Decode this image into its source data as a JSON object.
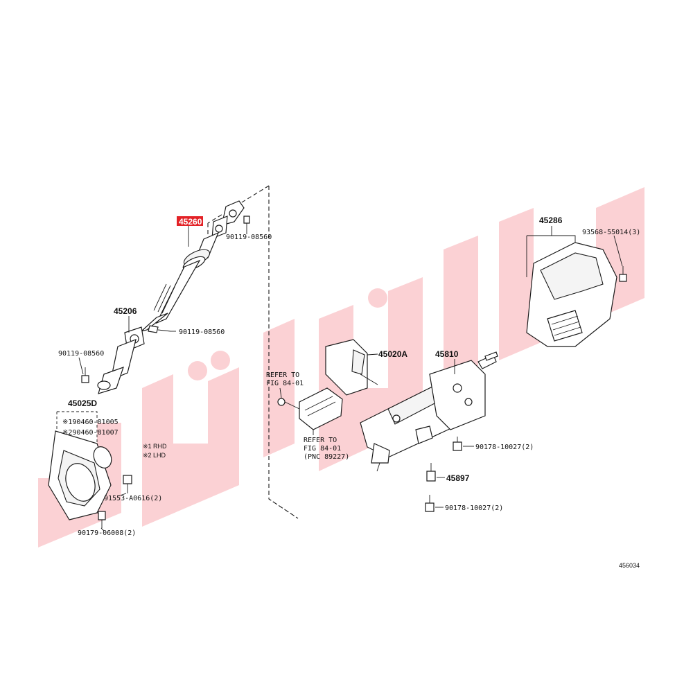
{
  "labels": {
    "p45260": "45260",
    "p90119_top": "90119-08560",
    "p45206": "45206",
    "p90119_mid": "90119-08560",
    "p90119_left": "90119-08560",
    "p45025D": "45025D",
    "note1": "※190460-81005",
    "note2": "※290460-81007",
    "rhd": "※1 RHD",
    "lhd": "※2 LHD",
    "p91553": "91553-A0616(2)",
    "p90179": "90179-06008(2)",
    "refer1_a": "REFER TO",
    "refer1_b": "FIG 84-01",
    "refer2_a": "REFER TO",
    "refer2_b": "FIG 84-01",
    "refer2_c": "(PNC 89227)",
    "p45020A": "45020A",
    "p45810": "45810",
    "p90178_a": "90178-10027(2)",
    "p45897": "45897",
    "p90178_b": "90178-10027(2)",
    "p45286": "45286",
    "p93568": "93568-55014(3)",
    "fig_id": "456034"
  },
  "colors": {
    "highlight": "#e32227",
    "watermark": "#f2707a",
    "line": "#1a1a1a"
  }
}
